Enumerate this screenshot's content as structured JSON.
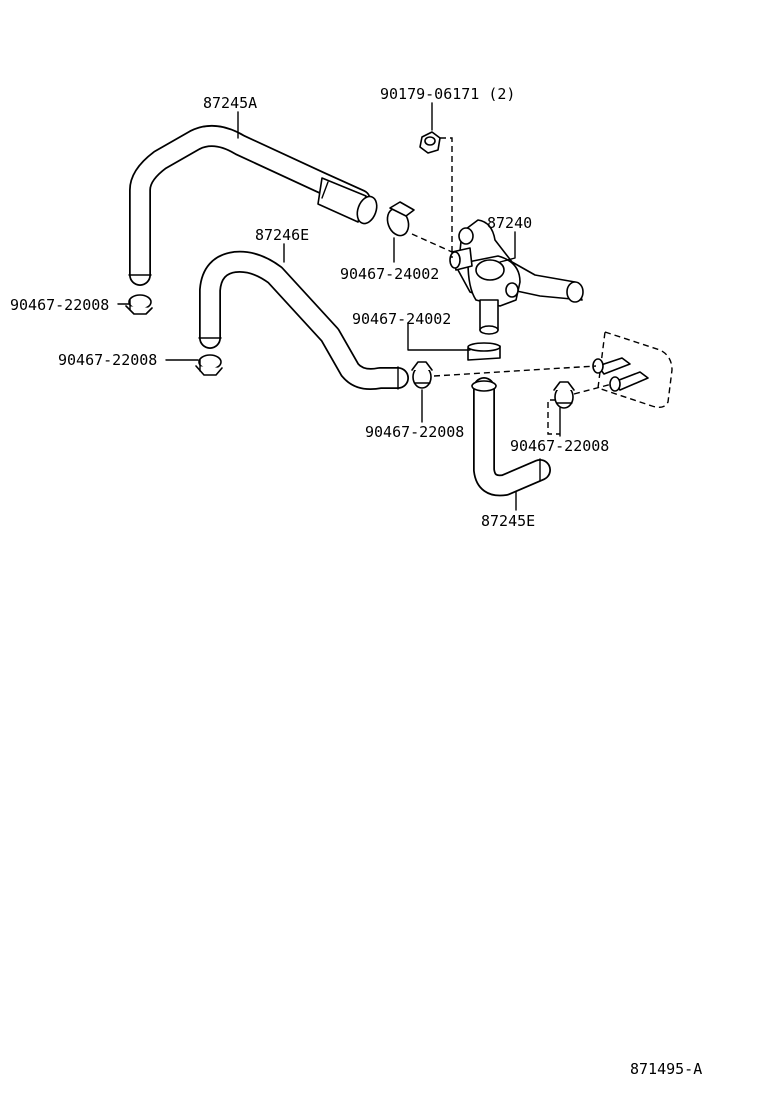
{
  "diagram": {
    "labels": {
      "hose_upper": "87245A",
      "hose_middle": "87246E",
      "hose_lower": "87245E",
      "valve": "87240",
      "bolt": "90179-06171 (2)",
      "clamp_a": "90467-24002",
      "clamp_b": "90467-24002",
      "clip_left_top": "90467-22008",
      "clip_left_bottom": "90467-22008",
      "clip_center": "90467-22008",
      "clip_right": "90467-22008",
      "figure_id": "871495-A"
    }
  }
}
